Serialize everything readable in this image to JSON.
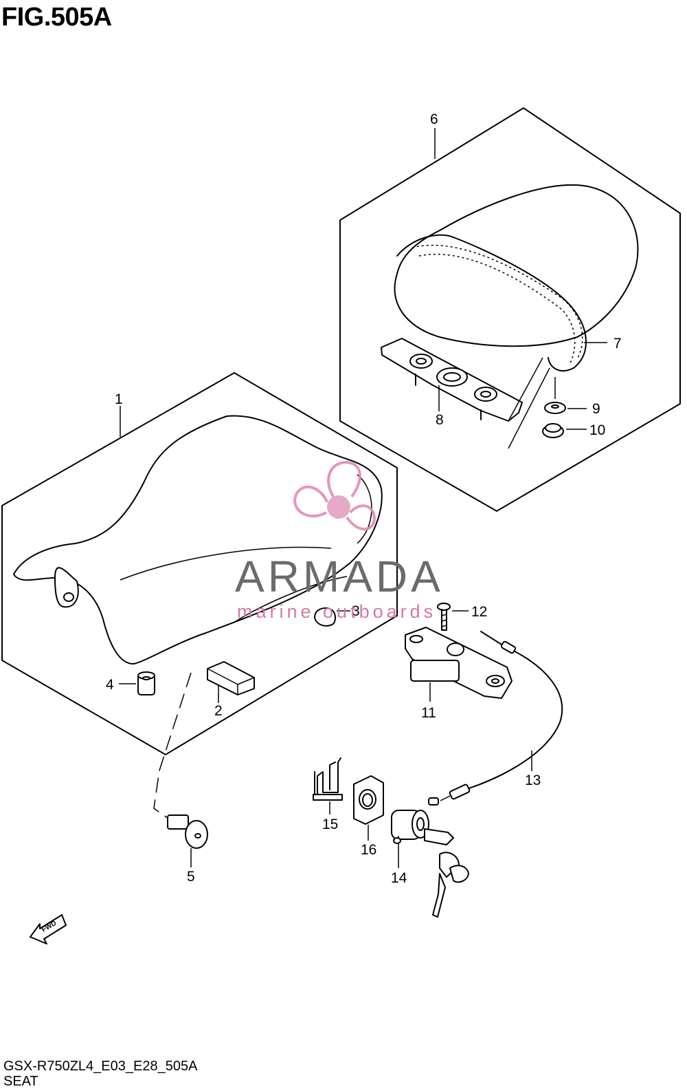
{
  "figure": {
    "title": "FIG.505A",
    "code": "GSX-R750ZL4_E03_E28_505A",
    "name": "SEAT"
  },
  "callouts": [
    "1",
    "2",
    "3",
    "4",
    "5",
    "6",
    "7",
    "8",
    "9",
    "10",
    "11",
    "12",
    "13",
    "14",
    "15",
    "16"
  ],
  "watermark": {
    "brand": "ARMADA",
    "tagline": "marine outboards",
    "color_logo": "#e7a9c8",
    "color_text": "#6b6b6b"
  },
  "direction_label": "FWD"
}
